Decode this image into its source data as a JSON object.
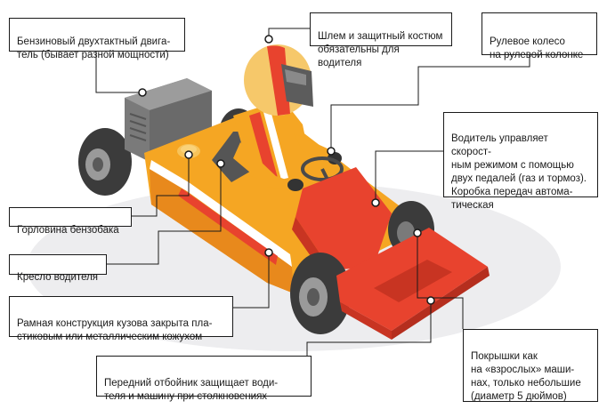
{
  "callouts": {
    "engine": "Бензиновый двухтактный двига-\nтель (бывает разной мощности)",
    "helmet": "Шлем и защитный костюм\nобязательны для водителя",
    "wheel": "Рулевое колесо\nна рулевой колонке",
    "driver": "Водитель управляет скорост-\nным режимом с помощью\nдвух педалей (газ и тормоз).\nКоробка передач автома-\nтическая",
    "fuel": "Горловина бензобака",
    "seat": "Кресло водителя",
    "frame": "Рамная конструкция кузова закрыта пла-\nстиковым или металлическим кожухом",
    "bumper": "Передний отбойник защищает води-\nтеля и машину при столкновениях",
    "tires": "Покрышки как\nна «взрослых» маши-\nнах, только небольшие\n(диаметр 5 дюймов)"
  },
  "colors": {
    "body_orange": "#F5A623",
    "body_dark_orange": "#E8891C",
    "nose_red": "#E8432E",
    "engine_gray": "#7A7A7A",
    "tire_dark": "#3B3B3B",
    "shadow": "#EDEDEF"
  }
}
